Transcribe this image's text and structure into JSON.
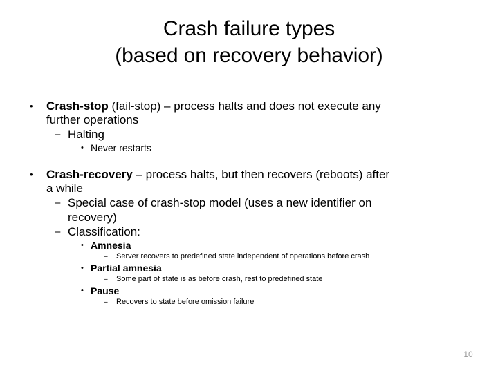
{
  "slide": {
    "title_lines": [
      "Crash failure types",
      "(based on recovery behavior)"
    ],
    "page_number": "10",
    "bullet_marker": "•",
    "dash_marker": "–",
    "sections": [
      {
        "level1": {
          "bold_lead": "Crash-stop",
          "rest_line1": " (fail-stop) – process halts and does not execute any",
          "line2": "further operations"
        },
        "level2": [
          {
            "text": "Halting",
            "children": [
              {
                "text": "Never restarts",
                "bold": false,
                "children": []
              }
            ]
          }
        ]
      },
      {
        "level1": {
          "bold_lead": "Crash-recovery",
          "rest_line1": " – process halts, but then recovers (reboots) after",
          "line2": "a while"
        },
        "level2": [
          {
            "text_line1": "Special case of crash-stop model (uses a new identifier on",
            "text_line2": "recovery)",
            "children": []
          },
          {
            "text": "Classification:",
            "children": [
              {
                "text": "Amnesia",
                "bold": true,
                "children": [
                  {
                    "text": "Server recovers to predefined state independent of operations before crash"
                  }
                ]
              },
              {
                "text": "Partial amnesia",
                "bold": true,
                "children": [
                  {
                    "text": "Some part of state is as before crash, rest to predefined state"
                  }
                ]
              },
              {
                "text": "Pause",
                "bold": true,
                "children": [
                  {
                    "text": "Recovers to state before omission failure"
                  }
                ]
              }
            ]
          }
        ]
      }
    ]
  }
}
